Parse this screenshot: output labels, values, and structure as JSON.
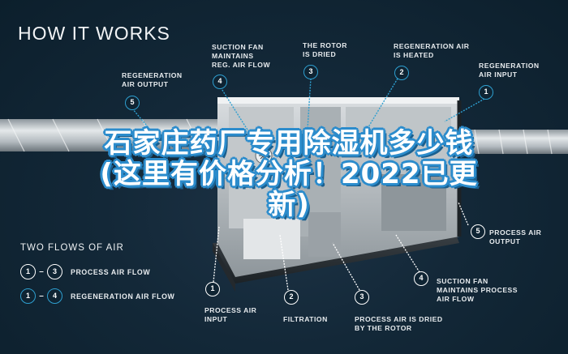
{
  "title": "HOW IT WORKS",
  "overlay_title": "石家庄药厂专用除湿机多少钱(这里有价格分析！2022已更新)",
  "colors": {
    "background": "#132838",
    "process_flow": "#ffffff",
    "regeneration_flow": "#2e9fd0",
    "overlay_stroke": "#2c8ccc"
  },
  "regeneration_callouts": [
    {
      "number": "1",
      "label": "REGENERATION\nAIR INPUT"
    },
    {
      "number": "2",
      "label": "REGENERATION AIR\nIS HEATED"
    },
    {
      "number": "3",
      "label": "THE ROTOR\nIS DRIED"
    },
    {
      "number": "4",
      "label": "SUCTION FAN\nMAINTAINS\nREG. AIR FLOW"
    },
    {
      "number": "5",
      "label": "REGENERATION\nAIR OUTPUT"
    }
  ],
  "process_callouts": [
    {
      "number": "1",
      "label": "PROCESS AIR\nINPUT"
    },
    {
      "number": "2",
      "label": "FILTRATION"
    },
    {
      "number": "3",
      "label": "PROCESS AIR IS DRIED\nBY THE ROTOR"
    },
    {
      "number": "4",
      "label": "SUCTION FAN\nMAINTAINS PROCESS\nAIR FLOW"
    },
    {
      "number": "5",
      "label": "PROCESS AIR\nOUTPUT"
    }
  ],
  "legend": {
    "title": "TWO FLOWS OF AIR",
    "items": [
      {
        "from": "1",
        "to": "3",
        "label": "PROCESS AIR FLOW",
        "type": "process"
      },
      {
        "from": "1",
        "to": "4",
        "label": "REGENERATION AIR FLOW",
        "type": "regeneration"
      }
    ]
  }
}
